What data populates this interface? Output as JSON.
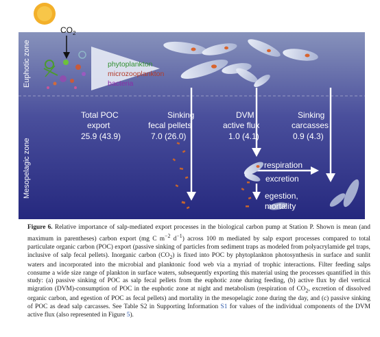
{
  "figure": {
    "co2_label": "CO2",
    "zones": {
      "euphotic": "Euphotic zone",
      "mesopelagic": "Mesopelagic zone"
    },
    "plankton_legend": [
      {
        "label": "phytoplankton",
        "color": "#2f8f2f"
      },
      {
        "label": "microzooplankton",
        "color": "#b23a2a"
      },
      {
        "label": "bacteria",
        "color": "#8b2aa8"
      }
    ],
    "flux_labels": [
      {
        "line1": "Total POC",
        "line2": "export",
        "value": "25.9 (43.9)"
      },
      {
        "line1": "Sinking",
        "line2": "fecal pellets",
        "value": "7.0 (26.0)"
      },
      {
        "line1": "DVM",
        "line2": "active flux",
        "value": "1.0 (4.1)"
      },
      {
        "line1": "Sinking",
        "line2": "carcasses",
        "value": "0.9 (4.3)"
      }
    ],
    "process_labels": {
      "respiration": "respiration",
      "excretion": "excretion",
      "egestion": "egestion,",
      "mortality": "mortality"
    },
    "colors": {
      "sky_top": "#7e8ab6",
      "sky_bottom": "#2c2f86",
      "sun": "#f3b02a",
      "salp": "#cfd6ea"
    }
  },
  "caption": {
    "figure_label": "Figure 6.",
    "text_1": " Relative importance of salp-mediated export processes in the biological carbon pump at Station P. Shown is mean (and maximum in parentheses) carbon export (mg C m",
    "sup_1": "−2",
    "text_2": " d",
    "sup_2": "−1",
    "text_3": ") across 100 m mediated by salp export processes compared to total particulate organic carbon (POC) export (passive sinking of particles from sediment traps as modeled from polyacrylamide gel traps, inclusive of salp fecal pellets). Inorganic carbon (CO",
    "sub_1": "2",
    "text_4": ") is fixed into POC by phytoplankton photosynthesis in surface and sunlit waters and incorporated into the microbial and planktonic food web via a myriad of trophic interactions. Filter feeding salps consume a wide size range of plankton in surface waters, subsequently exporting this material using the processes quantified in this study: (a) passive sinking of POC as salp fecal pellets from the euphotic zone during feeding, (b) active flux by diel vertical migration (DVM)-consumption of POC in the euphotic zone at night and metabolism (respiration of CO",
    "sub_2": "2",
    "text_5": ", excretion of dissolved organic carbon, and egestion of POC as fecal pellets) and mortality in the mesopelagic zone during the day, and (c) passive sinking of POC as dead salp carcasses. See Table S2 in Supporting Information ",
    "ref_1": "S1",
    "text_6": " for values of the individual components of the DVM active flux (also represented in Figure ",
    "ref_2": "5",
    "text_7": ")."
  }
}
